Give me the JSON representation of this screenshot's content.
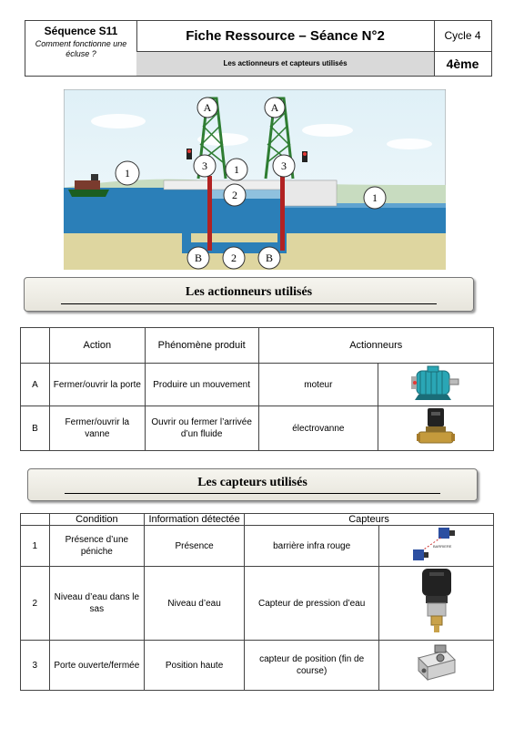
{
  "header": {
    "sequence": "Séquence S11",
    "question": "Comment fonctionne une écluse ?",
    "title": "Fiche Ressource – Séance N°2",
    "subtitle": "Les actionneurs et capteurs utilisés",
    "cycle": "Cycle 4",
    "level": "4ème"
  },
  "diagram": {
    "labels": {
      "A": "A",
      "B": "B",
      "n1": "1",
      "n2": "2",
      "n3": "3"
    }
  },
  "section_actuators": {
    "title": "Les actionneurs utilisés",
    "headers": [
      "Action",
      "Phénomène produit",
      "Actionneurs"
    ],
    "rows": [
      {
        "id": "A",
        "action": "Fermer/ouvrir la porte",
        "phenomenon": "Produire un mouvement",
        "actuator": "moteur",
        "icon": "electric-motor"
      },
      {
        "id": "B",
        "action": "Fermer/ouvrir la vanne",
        "phenomenon": "Ouvrir ou fermer l’arrivée d’un fluide",
        "actuator": "électrovanne",
        "icon": "solenoid-valve"
      }
    ]
  },
  "section_sensors": {
    "title": "Les capteurs utilisés",
    "headers": [
      "Condition",
      "Information détectée",
      "Capteurs"
    ],
    "rows": [
      {
        "id": "1",
        "condition": "Présence d’une péniche",
        "info": "Présence",
        "sensor": "barrière infra rouge",
        "icon": "infrared-barrier",
        "badge": "BARRIERE"
      },
      {
        "id": "2",
        "condition": "Niveau d’eau dans le sas",
        "info": "Niveau d’eau",
        "sensor": "Capteur de pression d’eau",
        "icon": "pressure-sensor"
      },
      {
        "id": "3",
        "condition": "Porte ouverte/fermée",
        "info": "Position haute",
        "sensor": "capteur de position (fin de course)",
        "icon": "limit-switch"
      }
    ]
  },
  "colors": {
    "water": "#2b7fb8",
    "sky": "#e8f4f8",
    "gate": "#b22222",
    "crane": "#2e7d32",
    "motor": "#2aa6b5"
  }
}
